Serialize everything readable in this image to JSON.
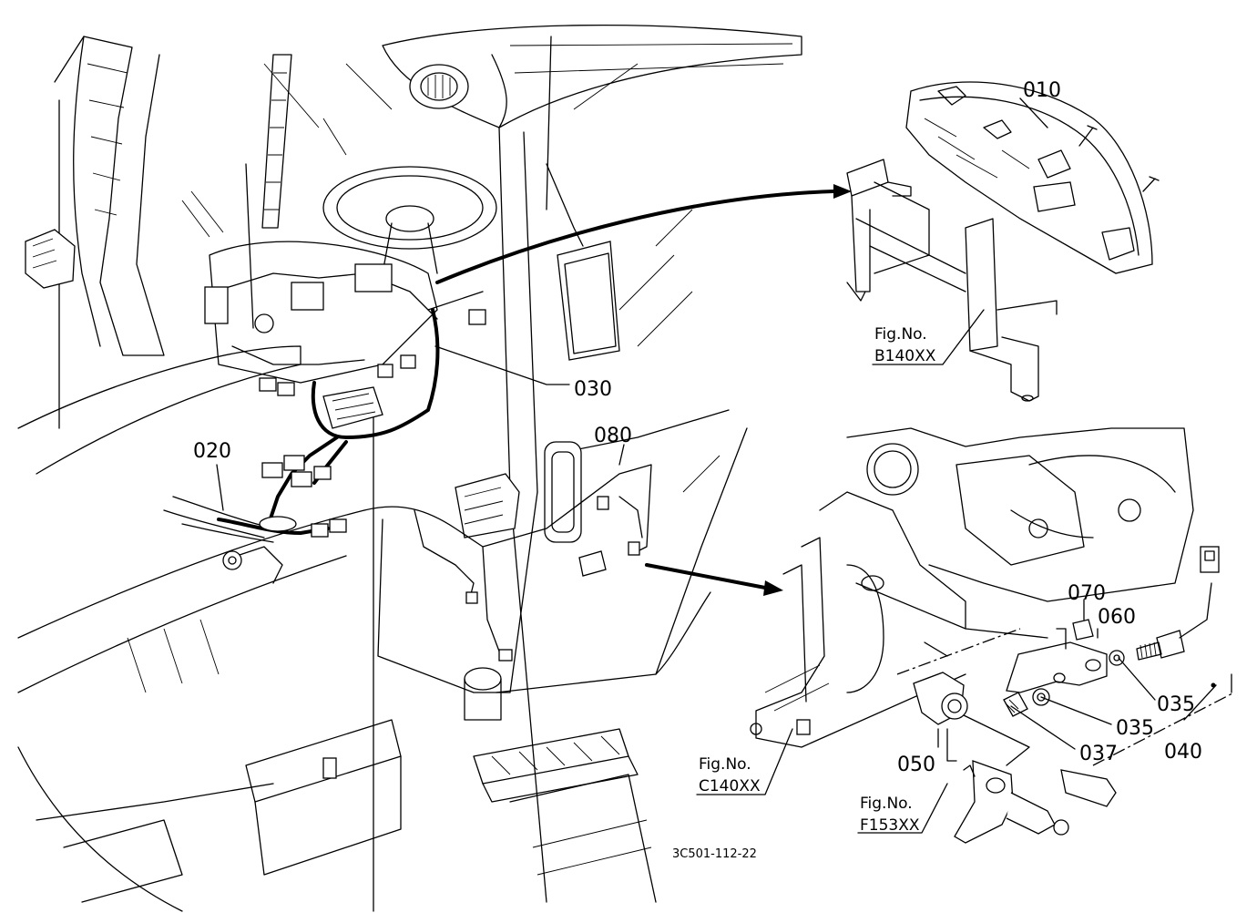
{
  "callouts": {
    "p010": "010",
    "p020": "020",
    "p030": "030",
    "p035a": "035",
    "p035b": "035",
    "p037": "037",
    "p040": "040",
    "p050": "050",
    "p060": "060",
    "p070": "070",
    "p080": "080"
  },
  "references": {
    "b": {
      "label": "Fig.No.",
      "code": "B140XX"
    },
    "c": {
      "label": "Fig.No.",
      "code": "C140XX"
    },
    "f": {
      "label": "Fig.No.",
      "code": "F153XX"
    }
  },
  "drawing_code": "3C501-112-22"
}
